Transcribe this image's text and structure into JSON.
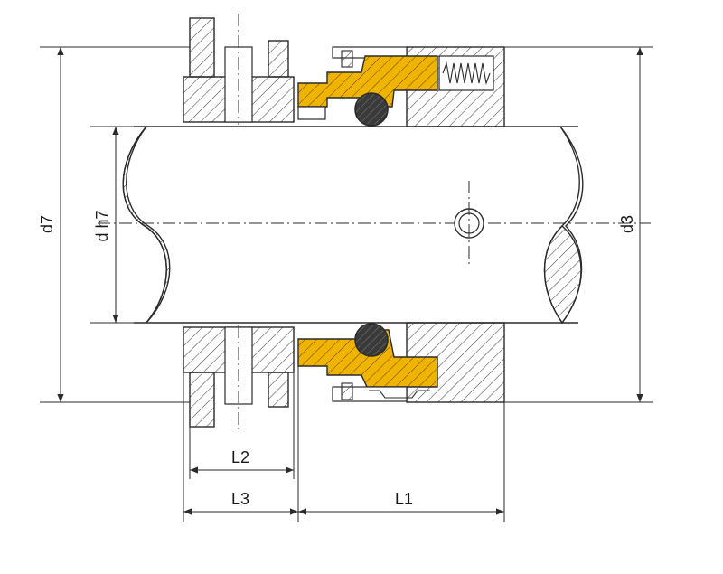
{
  "drawing": {
    "labels": {
      "d7": "d7",
      "dh7": "d h7",
      "d3": "d3",
      "L1": "L1",
      "L2": "L2",
      "L3": "L3"
    },
    "colors": {
      "line": "#2b2b2b",
      "hatch": "#444444",
      "seal_face": "#f0b400",
      "oring": "#3a3a3a",
      "background": "#ffffff"
    }
  }
}
